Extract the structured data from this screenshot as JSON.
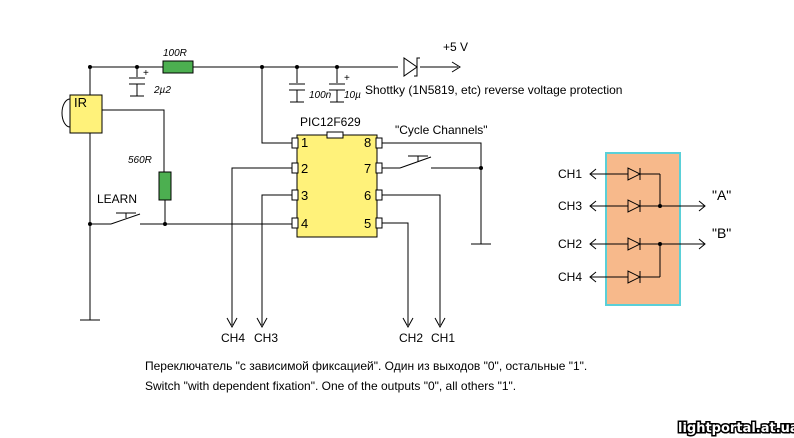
{
  "labels": {
    "vcc": "+5 V",
    "r1": "100R",
    "c1": "2µ2",
    "c2": "100n",
    "c3": "10µ",
    "ir": "IR",
    "r2": "560R",
    "learn": "LEARN",
    "shottky": "Shottky (1N5819, etc) reverse voltage protection",
    "chip": "PIC12F629",
    "cycle": "\"Cycle Channels\"",
    "pins": [
      "1",
      "2",
      "3",
      "4",
      "8",
      "7",
      "6",
      "5"
    ]
  },
  "outputs": [
    "CH4",
    "CH3",
    "CH2",
    "CH1"
  ],
  "matrix": {
    "inputs": [
      "CH1",
      "CH3",
      "CH2",
      "CH4"
    ],
    "out_a": "\"A\"",
    "out_b": "\"B\"",
    "fill": "#f7b98b",
    "border": "#5ad0d8"
  },
  "notes": {
    "ru": "Переключатель \"с зависимой фиксацией\". Один из выходов \"0\", остальные \"1\".",
    "en": "Switch \"with dependent fixation\". One of the outputs \"0\", all others \"1\"."
  },
  "watermark": "lightportal.at.ua",
  "colors": {
    "resistor": "#4caf50",
    "chip": "#fff27a"
  }
}
